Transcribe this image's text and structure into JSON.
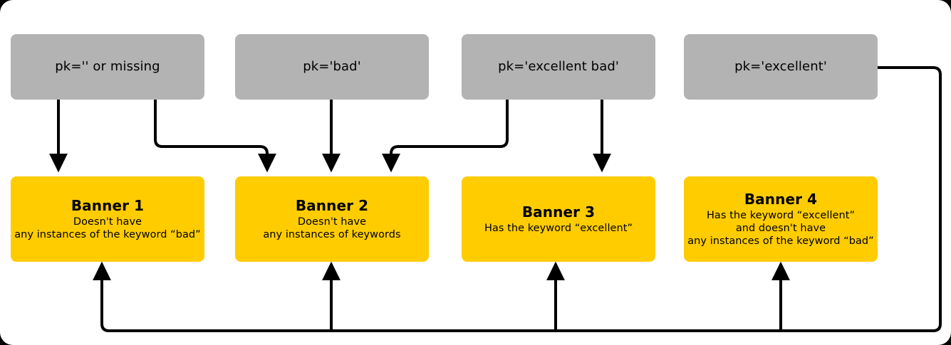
{
  "diagram": {
    "type": "flow-diagram",
    "title_text": "",
    "colors": {
      "condition_box": "#b3b3b3",
      "banner_box": "#ffcc00",
      "edge": "#000000",
      "background": "#ffffff",
      "text": "#000000"
    },
    "conditions": [
      {
        "id": "cond-1",
        "label": "pk='' or missing"
      },
      {
        "id": "cond-2",
        "label": "pk='bad'"
      },
      {
        "id": "cond-3",
        "label": "pk='excellent bad'"
      },
      {
        "id": "cond-4",
        "label": "pk='excellent'"
      }
    ],
    "banners": [
      {
        "id": "banner-1",
        "title": "Banner 1",
        "description_lines": [
          "Doesn't have",
          "any instances of the keyword “bad”"
        ]
      },
      {
        "id": "banner-2",
        "title": "Banner 2",
        "description_lines": [
          "Doesn't have",
          "any instances of keywords"
        ]
      },
      {
        "id": "banner-3",
        "title": "Banner 3",
        "description_lines": [
          "Has the keyword “excellent”"
        ]
      },
      {
        "id": "banner-4",
        "title": "Banner 4",
        "description_lines": [
          "Has the keyword “excellent”",
          "and doesn't have",
          "any instances of the keyword “bad”"
        ]
      }
    ],
    "edges": [
      {
        "id": "edge-cond1-banner1",
        "from": "cond-1",
        "to": "banner-1"
      },
      {
        "id": "edge-cond1-banner2",
        "from": "cond-1",
        "to": "banner-2"
      },
      {
        "id": "edge-cond2-banner2",
        "from": "cond-2",
        "to": "banner-2"
      },
      {
        "id": "edge-cond3-banner2",
        "from": "cond-3",
        "to": "banner-2"
      },
      {
        "id": "edge-cond3-banner3",
        "from": "cond-3",
        "to": "banner-3"
      },
      {
        "id": "edge-cond4-banner1",
        "from": "cond-4",
        "to": "banner-1"
      },
      {
        "id": "edge-cond4-banner2",
        "from": "cond-4",
        "to": "banner-2"
      },
      {
        "id": "edge-cond4-banner3",
        "from": "cond-4",
        "to": "banner-3"
      },
      {
        "id": "edge-cond4-banner4",
        "from": "cond-4",
        "to": "banner-4"
      }
    ]
  }
}
